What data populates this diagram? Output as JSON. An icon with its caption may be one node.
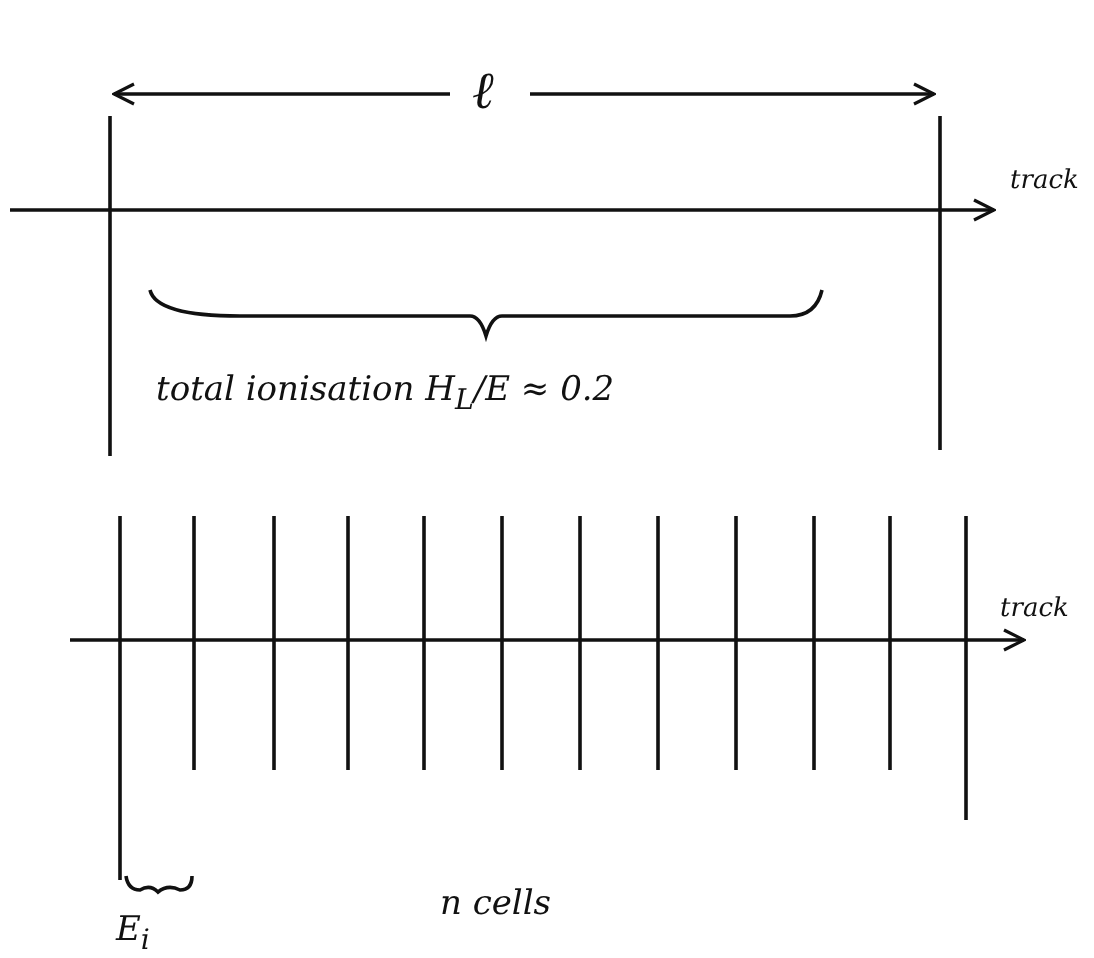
{
  "diagram": {
    "labels": [
      "ℓ",
      "track",
      "total ionisation H$_{L}$/E ≈ 0.2",
      "track",
      "n cells",
      "E$_{i}$"
    ]
  }
}
